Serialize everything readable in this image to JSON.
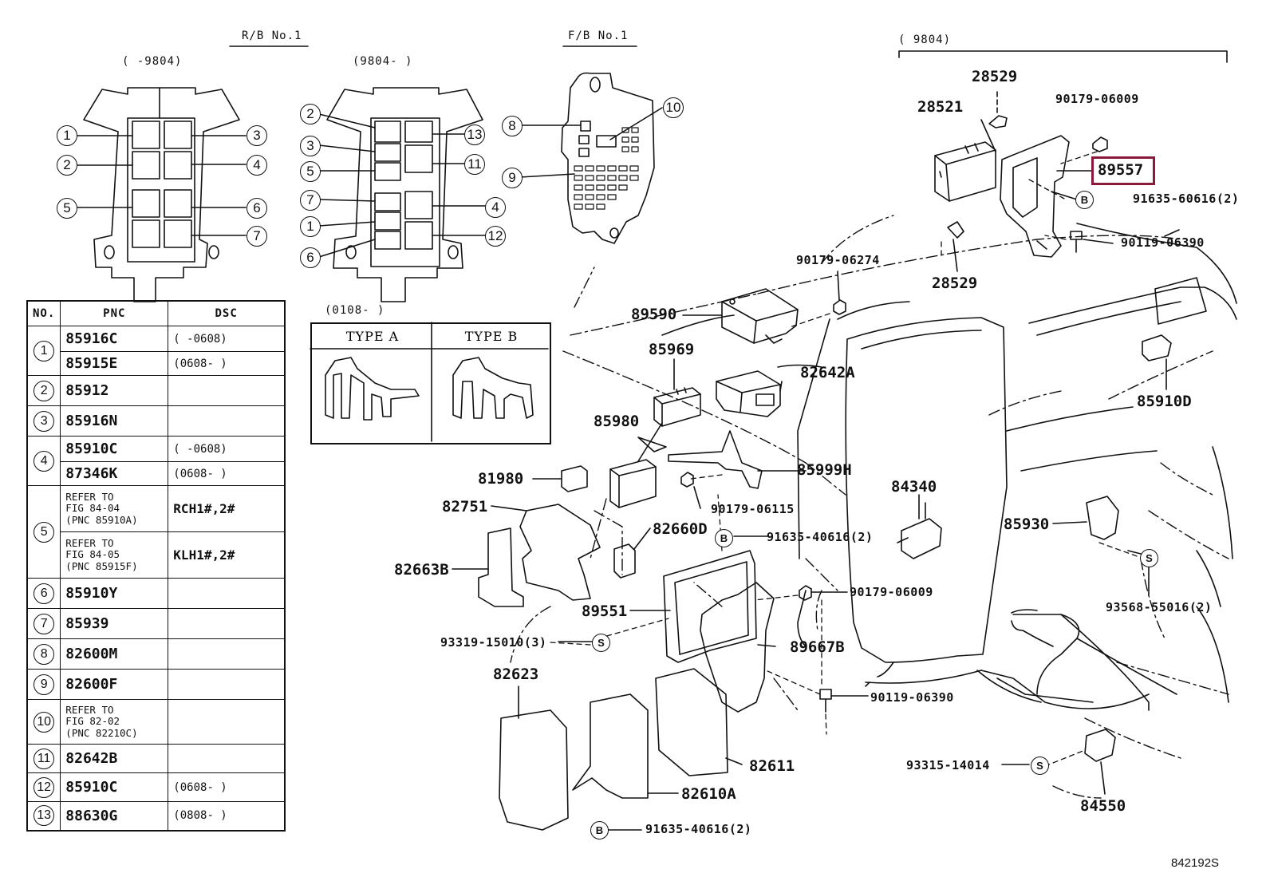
{
  "header": {
    "rb_title": "R/B No.1",
    "fb_title": "F/B No.1",
    "rb_left_range": "(      -9804)",
    "rb_right_range": "(9804-      )",
    "right_range": "(      9804)",
    "type_range": "(0108-      )",
    "type_a": "TYPE A",
    "type_b": "TYPE B"
  },
  "diagram_number": "842192S",
  "selected_part": "89557",
  "relay_box_left_callouts": [
    "1",
    "2",
    "3",
    "4",
    "5",
    "6",
    "7"
  ],
  "relay_box_right_callouts": [
    "2",
    "3",
    "5",
    "7",
    "1",
    "6",
    "13",
    "11",
    "4",
    "12"
  ],
  "fuse_box_callouts": [
    "8",
    "9",
    "10"
  ],
  "table": {
    "headers": {
      "no": "NO.",
      "pnc": "PNC",
      "dsc": "DSC"
    },
    "rows": [
      {
        "no": "1",
        "entries": [
          {
            "pnc": "85916C",
            "dsc": "(      -0608)"
          },
          {
            "pnc": "85915E",
            "dsc": "(0608-      )"
          }
        ]
      },
      {
        "no": "2",
        "entries": [
          {
            "pnc": "85912",
            "dsc": ""
          }
        ]
      },
      {
        "no": "3",
        "entries": [
          {
            "pnc": "85916N",
            "dsc": ""
          }
        ]
      },
      {
        "no": "4",
        "entries": [
          {
            "pnc": "85910C",
            "dsc": "(      -0608)"
          },
          {
            "pnc": "87346K",
            "dsc": "(0608-      )"
          }
        ]
      },
      {
        "no": "5",
        "entries": [
          {
            "ref1": "REFER TO",
            "ref2": "FIG 84-04",
            "ref3": "(PNC 85910A)",
            "dsc": "RCH1#,2#"
          },
          {
            "ref1": "REFER TO",
            "ref2": "FIG 84-05",
            "ref3": "(PNC 85915F)",
            "dsc": "KLH1#,2#"
          }
        ]
      },
      {
        "no": "6",
        "entries": [
          {
            "pnc": "85910Y",
            "dsc": ""
          }
        ]
      },
      {
        "no": "7",
        "entries": [
          {
            "pnc": "85939",
            "dsc": ""
          }
        ]
      },
      {
        "no": "8",
        "entries": [
          {
            "pnc": "82600M",
            "dsc": ""
          }
        ]
      },
      {
        "no": "9",
        "entries": [
          {
            "pnc": "82600F",
            "dsc": ""
          }
        ]
      },
      {
        "no": "10",
        "entries": [
          {
            "ref1": "REFER TO",
            "ref2": "FIG 82-02",
            "ref3": "(PNC 82210C)",
            "dsc": ""
          }
        ]
      },
      {
        "no": "11",
        "entries": [
          {
            "pnc": "82642B",
            "dsc": ""
          }
        ]
      },
      {
        "no": "12",
        "entries": [
          {
            "pnc": "85910C",
            "dsc": "(0608-      )"
          }
        ]
      },
      {
        "no": "13",
        "entries": [
          {
            "pnc": "88630G",
            "dsc": "(0808-      )"
          }
        ]
      }
    ]
  },
  "part_labels": {
    "p28529a": "28529",
    "p28521": "28521",
    "p90179_06009a": "90179-06009",
    "p89557": "89557",
    "p91635_60616": "91635-60616(2)",
    "p90119_06390a": "90119-06390",
    "p28529b": "28529",
    "p90179_06274": "90179-06274",
    "p89590": "89590",
    "p85969": "85969",
    "p82642A": "82642A",
    "p85910D": "85910D",
    "p85980": "85980",
    "p85999H": "85999H",
    "p81980": "81980",
    "p84340": "84340",
    "p82751": "82751",
    "p90179_06115": "90179-06115",
    "p82660D": "82660D",
    "p91635_40616a": "91635-40616(2)",
    "p85930": "85930",
    "p82663B": "82663B",
    "p90179_06009b": "90179-06009",
    "p89551": "89551",
    "p93568_55016": "93568-55016(2)",
    "p93319_15010": "93319-15010(3)",
    "p89667B": "89667B",
    "p82623": "82623",
    "p90119_06390b": "90119-06390",
    "p82611": "82611",
    "p93315_14014": "93315-14014",
    "p82610A": "82610A",
    "p84550": "84550",
    "p91635_40616b": "91635-40616(2)"
  },
  "fastener_codes": {
    "b": "B",
    "s": "S"
  }
}
